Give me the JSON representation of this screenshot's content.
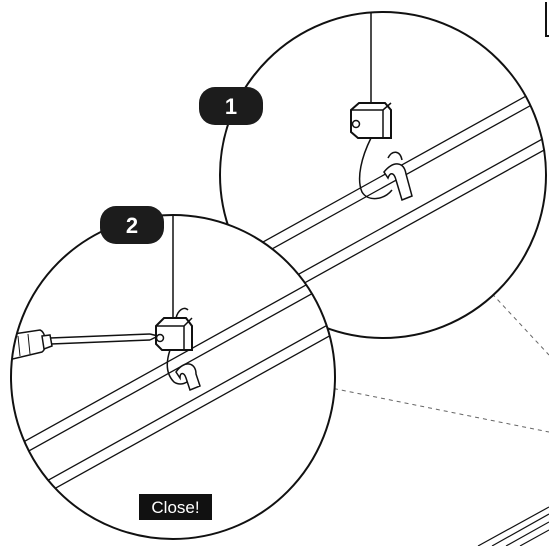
{
  "steps": [
    {
      "number": "1"
    },
    {
      "number": "2"
    }
  ],
  "close_label": "Close!",
  "colors": {
    "ink": "#111111",
    "badge": "#1c1c1c",
    "background": "#ffffff"
  }
}
